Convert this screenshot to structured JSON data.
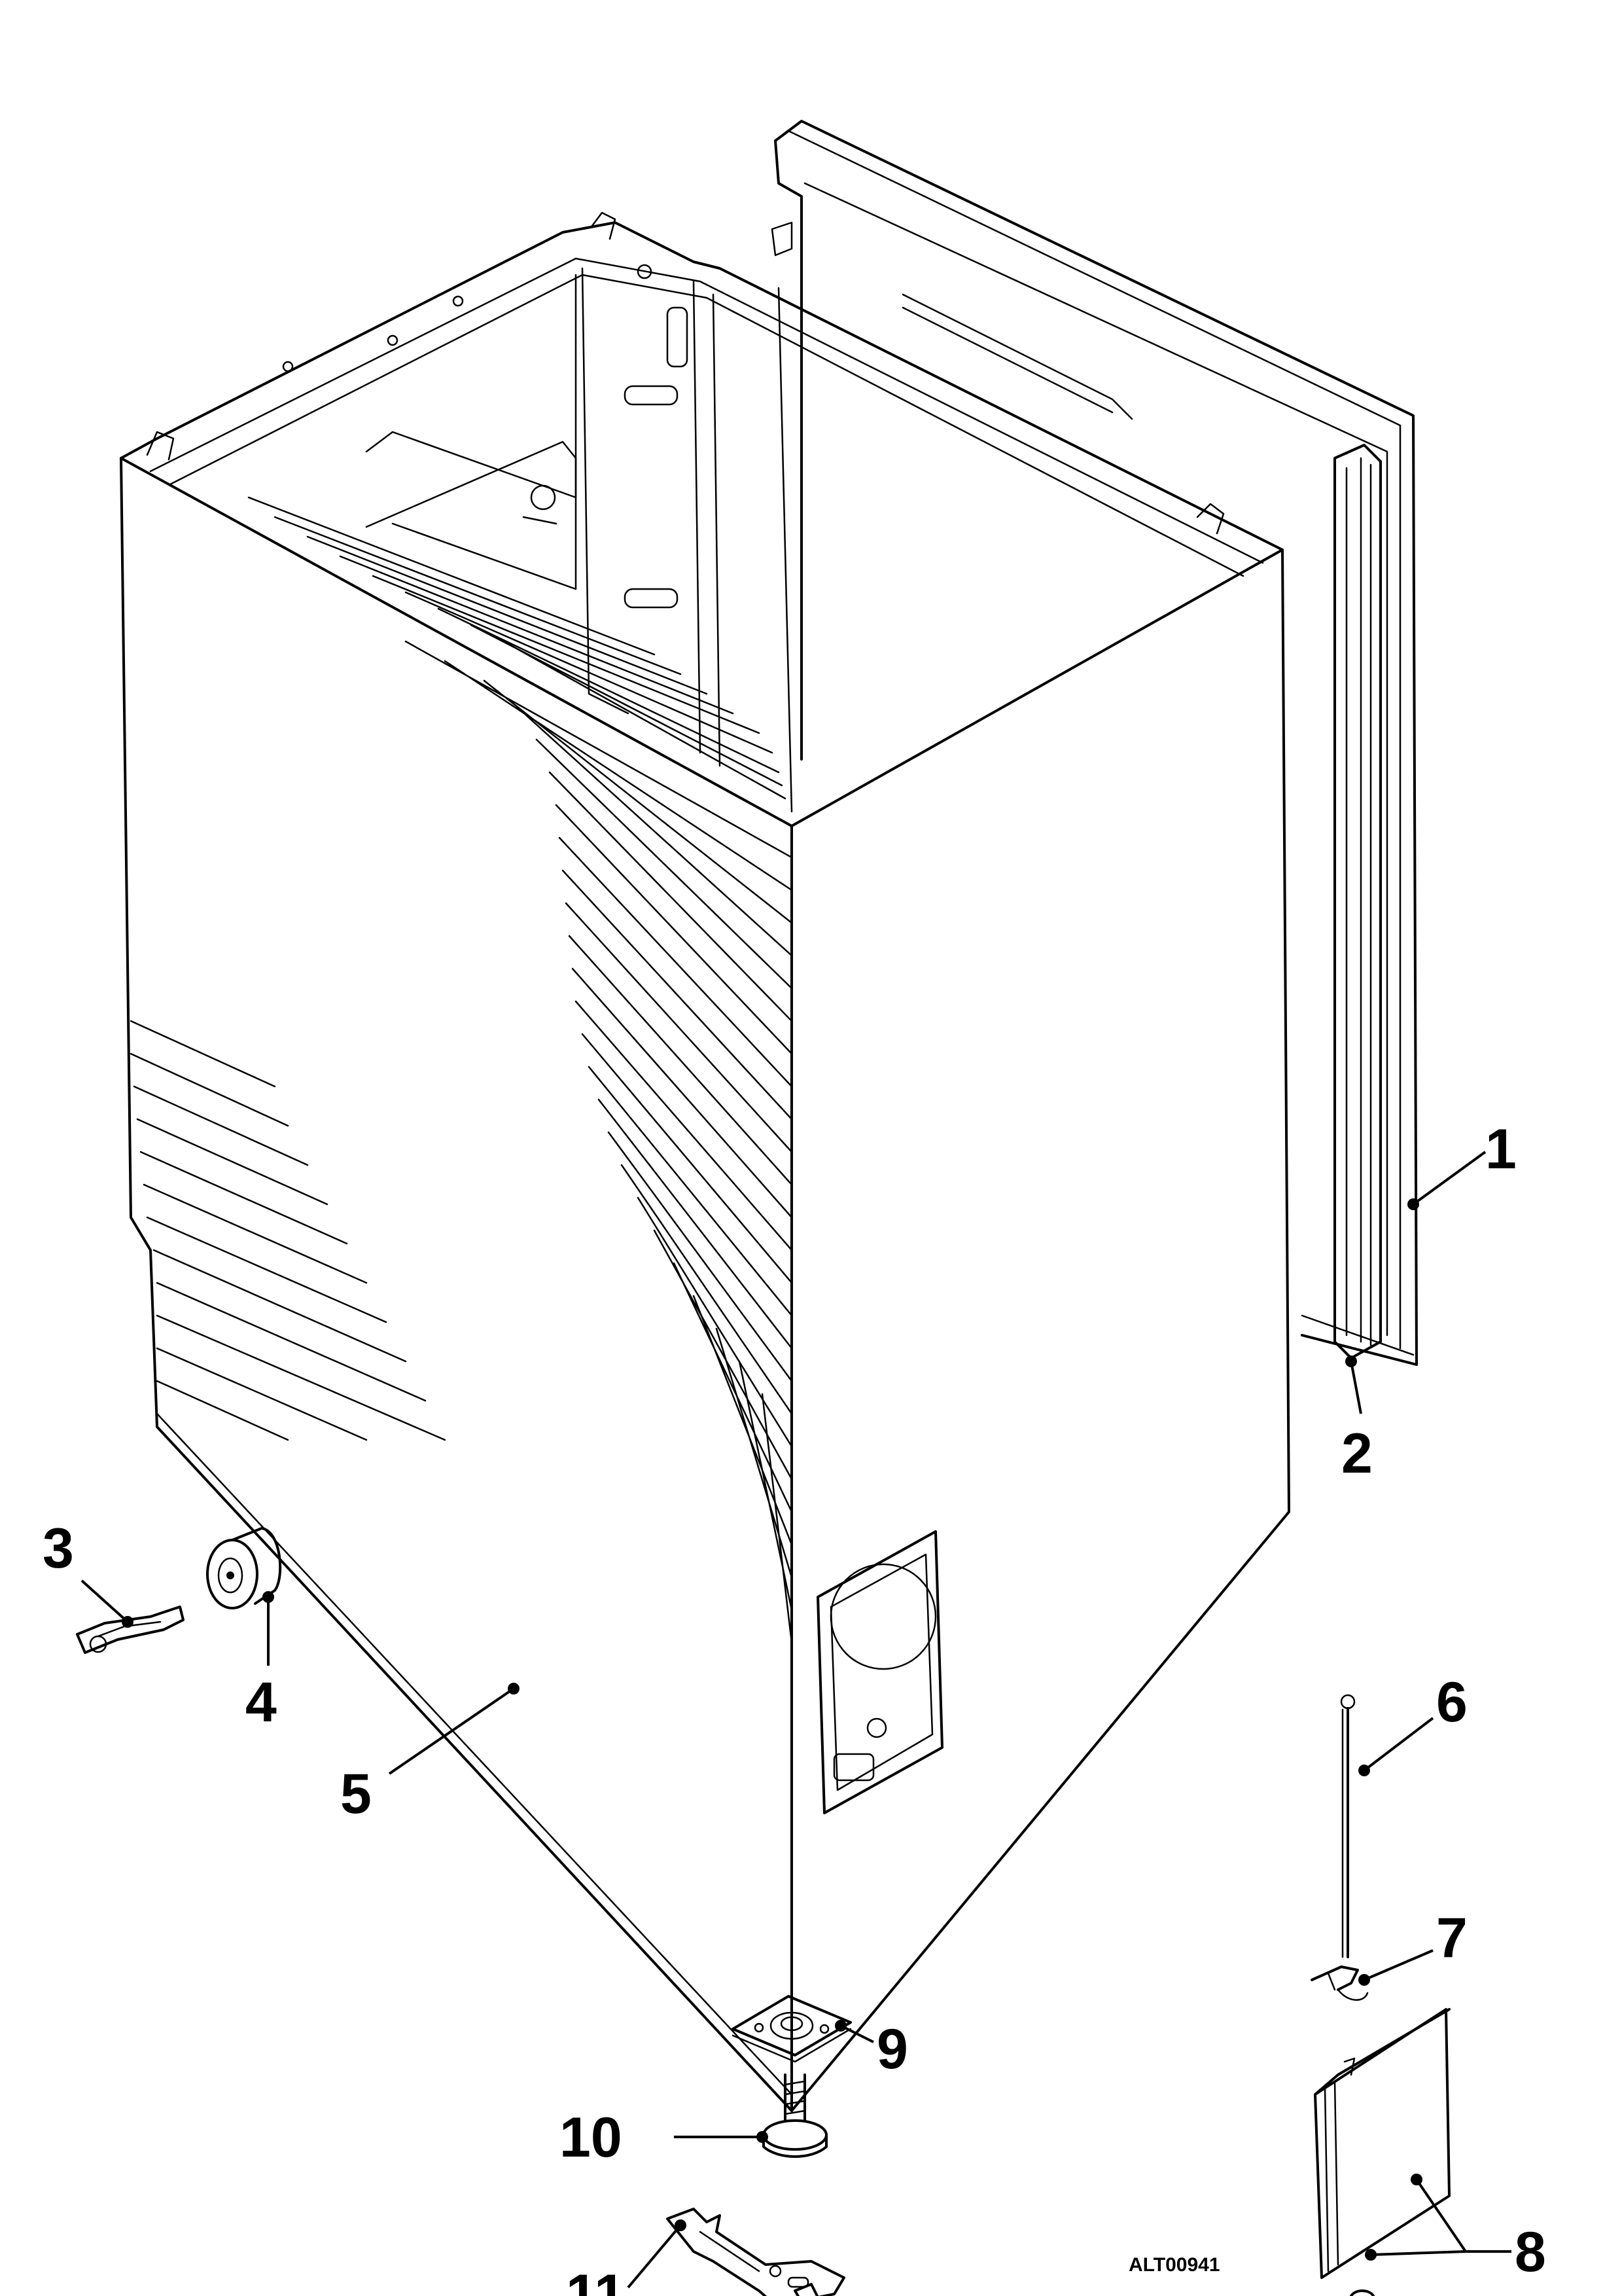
{
  "figure_code": "ALT00941",
  "callouts": [
    {
      "id": "1",
      "label": "1",
      "part": "rear-panel"
    },
    {
      "id": "2",
      "label": "2",
      "part": "panel-trim"
    },
    {
      "id": "3",
      "label": "3",
      "part": "clip"
    },
    {
      "id": "4",
      "label": "4",
      "part": "bumper"
    },
    {
      "id": "5",
      "label": "5",
      "part": "cabinet"
    },
    {
      "id": "6",
      "label": "6",
      "part": "rod"
    },
    {
      "id": "7",
      "label": "7",
      "part": "spring-clip"
    },
    {
      "id": "8",
      "label": "8",
      "part": "access-panel"
    },
    {
      "id": "9",
      "label": "9",
      "part": "leg-plate"
    },
    {
      "id": "10",
      "label": "10",
      "part": "leveling-leg"
    },
    {
      "id": "11",
      "label": "11",
      "part": "wrench"
    }
  ]
}
